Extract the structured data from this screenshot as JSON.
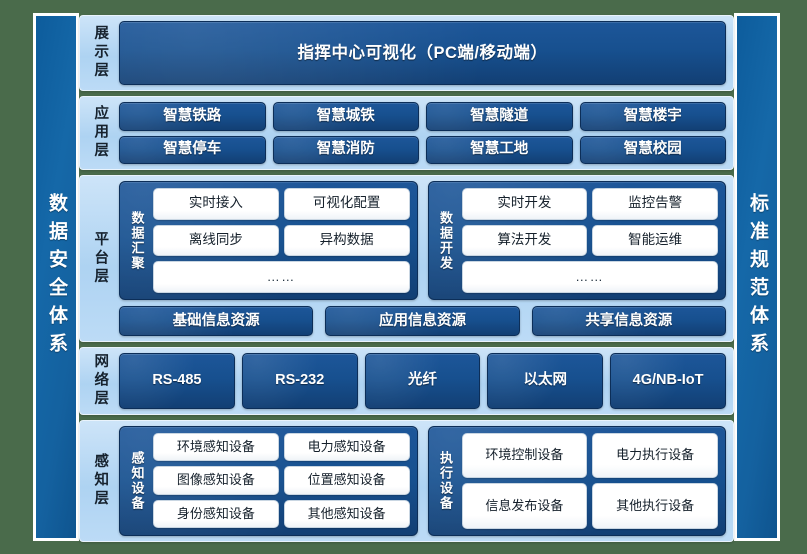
{
  "pillars": {
    "left": "数据安全体系",
    "right": "标准规范体系"
  },
  "layers": {
    "display": {
      "label": "展示层",
      "banner": "指挥中心可视化（PC端/移动端）"
    },
    "application": {
      "label": "应用层",
      "items": [
        "智慧铁路",
        "智慧城铁",
        "智慧隧道",
        "智慧楼宇",
        "智慧停车",
        "智慧消防",
        "智慧工地",
        "智慧校园"
      ]
    },
    "platform": {
      "label": "平台层",
      "groups": [
        {
          "label": "数据汇聚",
          "items": [
            "实时接入",
            "可视化配置",
            "离线同步",
            "异构数据"
          ],
          "more": "……"
        },
        {
          "label": "数据开发",
          "items": [
            "实时开发",
            "监控告警",
            "算法开发",
            "智能运维"
          ],
          "more": "……"
        }
      ],
      "resources": [
        "基础信息资源",
        "应用信息资源",
        "共享信息资源"
      ]
    },
    "network": {
      "label": "网络层",
      "items": [
        "RS-485",
        "RS-232",
        "光纤",
        "以太网",
        "4G/NB-IoT"
      ]
    },
    "sense": {
      "label": "感知层",
      "groups": [
        {
          "label": "感知设备",
          "items": [
            "环境感知设备",
            "电力感知设备",
            "图像感知设备",
            "位置感知设备",
            "身份感知设备",
            "其他感知设备"
          ]
        },
        {
          "label": "执行设备",
          "items": [
            "环境控制设备",
            "电力执行设备",
            "信息发布设备",
            "其他执行设备"
          ]
        }
      ]
    }
  },
  "colors": {
    "background": "#4a6b4b",
    "pillar": "#14619f",
    "band": "#aed3f2",
    "chip": "#17508f",
    "pill": "#ffffff"
  }
}
